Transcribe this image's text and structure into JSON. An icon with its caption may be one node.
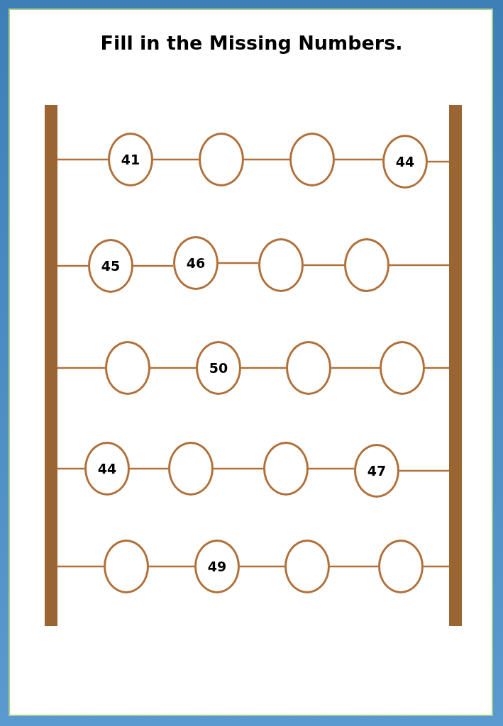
{
  "diagram": {
    "title": "Fill in the Missing Numbers.",
    "nodes": [
      {
        "text": [],
        "shape": "bar"
      },
      {
        "text": [],
        "shape": "bar"
      },
      {
        "text": [
          "41"
        ]
      },
      {
        "text": [],
        "shape": "circle"
      },
      {
        "text": [],
        "shape": "circle"
      },
      {
        "text": [
          "44"
        ]
      },
      {
        "text": [
          "45"
        ]
      },
      {
        "text": [
          "46"
        ]
      },
      {
        "text": [],
        "shape": "circle"
      },
      {
        "text": [],
        "shape": "circle"
      },
      {
        "text": [],
        "shape": "circle"
      },
      {
        "text": [
          "50"
        ]
      },
      {
        "text": [],
        "shape": "circle"
      },
      {
        "text": [],
        "shape": "circle"
      },
      {
        "text": [
          "44"
        ]
      },
      {
        "text": [],
        "shape": "circle"
      },
      {
        "text": [],
        "shape": "circle"
      },
      {
        "text": [
          "47"
        ]
      },
      {
        "text": [],
        "shape": "circle"
      },
      {
        "text": [
          "49"
        ]
      },
      {
        "text": [],
        "shape": "circle"
      },
      {
        "text": [],
        "shape": "circle"
      }
    ],
    "edges": [
      {
        "from": 0,
        "to": 2,
        "arrow": "none"
      },
      {
        "from": 2,
        "to": 3,
        "arrow": "none"
      },
      {
        "from": 3,
        "to": 4,
        "arrow": "none"
      },
      {
        "from": 4,
        "to": 5,
        "arrow": "none"
      },
      {
        "from": 5,
        "to": 1,
        "arrow": "none"
      },
      {
        "from": 0,
        "to": 6,
        "arrow": "none"
      },
      {
        "from": 6,
        "to": 7,
        "arrow": "none"
      },
      {
        "from": 7,
        "to": 8,
        "arrow": "none"
      },
      {
        "from": 8,
        "to": 9,
        "arrow": "none"
      },
      {
        "from": 9,
        "to": 1,
        "arrow": "none"
      },
      {
        "from": 0,
        "to": 10,
        "arrow": "none"
      },
      {
        "from": 10,
        "to": 11,
        "arrow": "none"
      },
      {
        "from": 11,
        "to": 12,
        "arrow": "none"
      },
      {
        "from": 12,
        "to": 13,
        "arrow": "none"
      },
      {
        "from": 13,
        "to": 1,
        "arrow": "none"
      },
      {
        "from": 0,
        "to": 14,
        "arrow": "none"
      },
      {
        "from": 14,
        "to": 15,
        "arrow": "none"
      },
      {
        "from": 15,
        "to": 16,
        "arrow": "none"
      },
      {
        "from": 16,
        "to": 17,
        "arrow": "none"
      },
      {
        "from": 17,
        "to": 1,
        "arrow": "none"
      },
      {
        "from": 0,
        "to": 18,
        "arrow": "none"
      },
      {
        "from": 18,
        "to": 19,
        "arrow": "none"
      },
      {
        "from": 19,
        "to": 20,
        "arrow": "none"
      },
      {
        "from": 20,
        "to": 21,
        "arrow": "none"
      },
      {
        "from": 21,
        "to": 1,
        "arrow": "none"
      }
    ]
  }
}
